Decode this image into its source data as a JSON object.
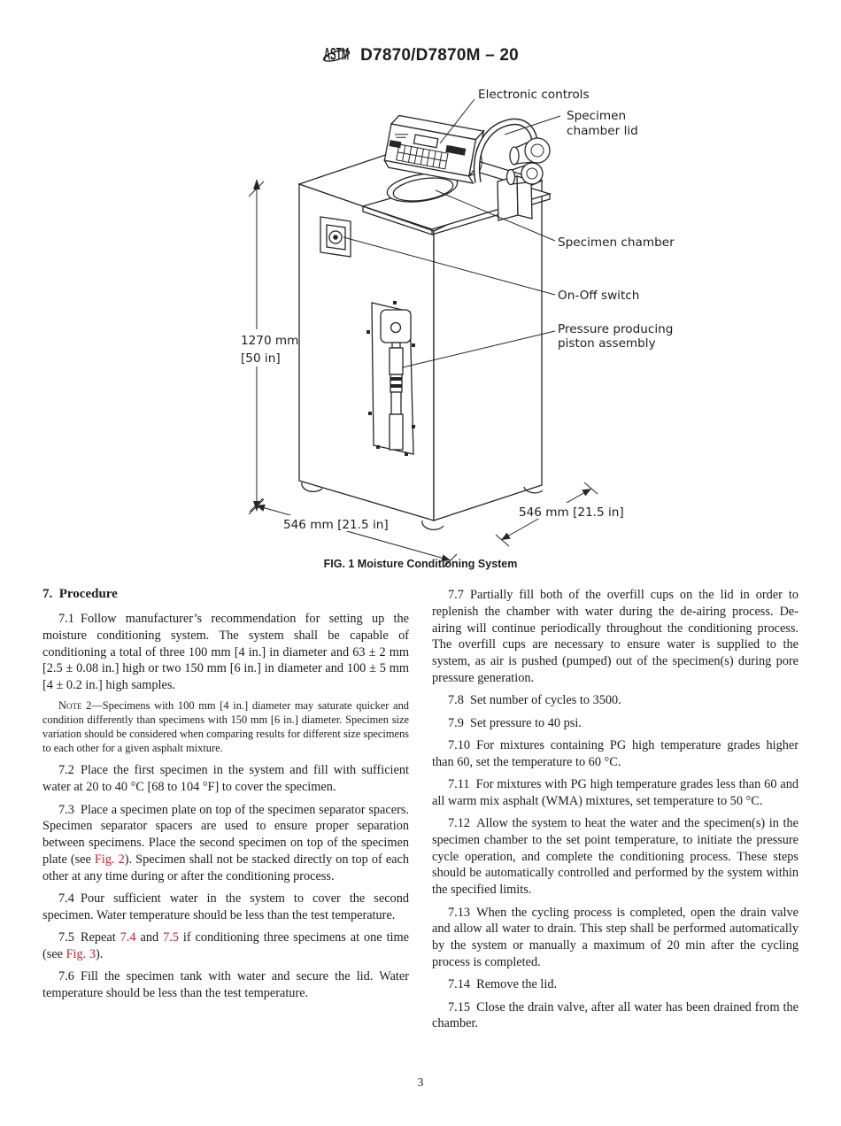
{
  "colors": {
    "link_red": "#c2202a",
    "ink": "#1c1c1c"
  },
  "header": {
    "logo_text": "ASTM",
    "title": "D7870/D7870M – 20"
  },
  "figure": {
    "caption": "FIG. 1 Moisture Conditioning System",
    "labels": {
      "electronic_controls": "Electronic controls",
      "lid_line1": "Specimen",
      "lid_line2": "chamber lid",
      "specimen_chamber": "Specimen chamber",
      "on_off_switch": "On-Off switch",
      "piston_line1": "Pressure producing",
      "piston_line2": "piston assembly",
      "height_line1": "1270 mm",
      "height_line2": "[50 in]",
      "width_front": "546 mm [21.5 in]",
      "width_side": "546 mm [21.5 in]"
    }
  },
  "section_heading": "7. Procedure",
  "left": {
    "p71": "7.1 Follow manufacturer’s recommendation for setting up the moisture conditioning system. The system shall be capable of conditioning a total of three 100 mm [4 in.] in diameter and 63 ± 2 mm [2.5 ± 0.08 in.] high or two 150 mm [6 in.] in diameter and 100 ± 5 mm [4 ± 0.2 in.] high samples.",
    "note2_label": "Note 2",
    "note2_text": "—Specimens with 100 mm [4 in.] diameter may saturate quicker and condition differently than specimens with 150 mm [6 in.] diameter. Specimen size variation should be considered when comparing results for different size specimens to each other for a given asphalt mixture.",
    "p72": "7.2 Place the first specimen in the system and fill with sufficient water at 20 to 40 °C [68 to 104 °F] to cover the specimen.",
    "p73": [
      {
        "t": "7.3 Place a specimen plate on top of the specimen separator spacers. Specimen separator spacers are used to ensure proper separation between specimens. Place the second specimen on top of the specimen plate (see "
      },
      {
        "t": "Fig. 2",
        "link": true
      },
      {
        "t": "). Specimen shall not be stacked directly on top of each other at any time during or after the conditioning process."
      }
    ],
    "p74": "7.4 Pour sufficient water in the system to cover the second specimen. Water temperature should be less than the test temperature.",
    "p75": [
      {
        "t": "7.5 Repeat "
      },
      {
        "t": "7.4",
        "link": true
      },
      {
        "t": " and "
      },
      {
        "t": "7.5",
        "link": true
      },
      {
        "t": " if conditioning three specimens at one time (see "
      },
      {
        "t": "Fig. 3",
        "link": true
      },
      {
        "t": ")."
      }
    ],
    "p76": "7.6 Fill the specimen tank with water and secure the lid. Water temperature should be less than the test temperature."
  },
  "right": {
    "p77": "7.7 Partially fill both of the overfill cups on the lid in order to replenish the chamber with water during the de-airing process. De-airing will continue periodically throughout the conditioning process. The overfill cups are necessary to ensure water is supplied to the system, as air is pushed (pumped) out of the specimen(s) during pore pressure generation.",
    "p78": "7.8 Set number of cycles to 3500.",
    "p79": "7.9 Set pressure to 40 psi.",
    "p710": "7.10 For mixtures containing PG high temperature grades higher than 60, set the temperature to 60 °C.",
    "p711": "7.11 For mixtures with PG high temperature grades less than 60 and all warm mix asphalt (WMA) mixtures, set temperature to 50 °C.",
    "p712": "7.12 Allow the system to heat the water and the specimen(s) in the specimen chamber to the set point temperature, to initiate the pressure cycle operation, and complete the conditioning process. These steps should be automatically controlled and performed by the system within the specified limits.",
    "p713": "7.13 When the cycling process is completed, open the drain valve and allow all water to drain. This step shall be performed automatically by the system or manually a maximum of 20 min after the cycling process is completed.",
    "p714": "7.14 Remove the lid.",
    "p715": "7.15 Close the drain valve, after all water has been drained from the chamber."
  },
  "page_number": "3"
}
